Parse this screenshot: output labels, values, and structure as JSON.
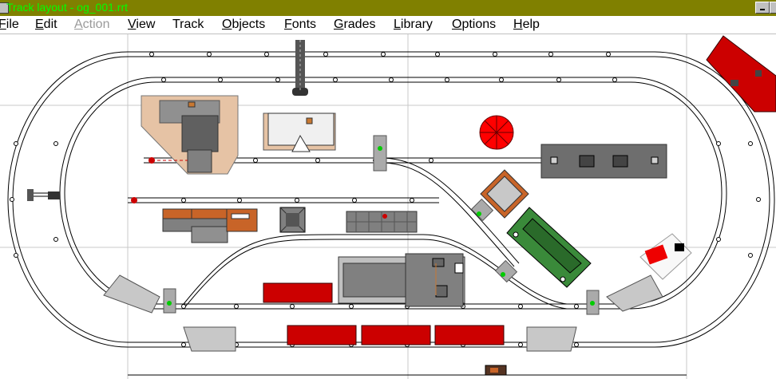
{
  "window": {
    "title": "Track layout - og_001.rrt"
  },
  "menu": [
    {
      "id": "file",
      "accel": "F",
      "rest": "ile",
      "enabled": true
    },
    {
      "id": "edit",
      "accel": "E",
      "rest": "dit",
      "enabled": true
    },
    {
      "id": "action",
      "accel": "A",
      "rest": "ction",
      "enabled": false
    },
    {
      "id": "view",
      "accel": "V",
      "rest": "iew",
      "enabled": true
    },
    {
      "id": "track",
      "accel": "",
      "rest": "Track",
      "enabled": true
    },
    {
      "id": "objects",
      "accel": "O",
      "rest": "bjects",
      "enabled": true
    },
    {
      "id": "fonts",
      "accel": "F",
      "rest": "onts",
      "enabled": true
    },
    {
      "id": "grades",
      "accel": "G",
      "rest": "rades",
      "enabled": true
    },
    {
      "id": "library",
      "accel": "L",
      "rest": "ibrary",
      "enabled": true
    },
    {
      "id": "options",
      "accel": "O",
      "rest": "ptions",
      "enabled": true
    },
    {
      "id": "help",
      "accel": "H",
      "rest": "elp",
      "enabled": true
    }
  ],
  "colors": {
    "titlebar": "#808000",
    "title_text": "#00ff00",
    "track_rail": "#000000",
    "grid": "#c8c8c8",
    "building_red": "#cc0000",
    "building_gray": "#808080",
    "station_roof": "#6e6e6e",
    "freight_tan": "#e6c3a5",
    "green_board": "#3a8a3a",
    "signal_light": "#00cc00",
    "water_tower": "#ff0000",
    "engine_house": "#c86428"
  },
  "icons": {
    "system_menu": "system-menu-icon",
    "minimize": "minimize-icon",
    "maximize": "maximize-icon"
  }
}
